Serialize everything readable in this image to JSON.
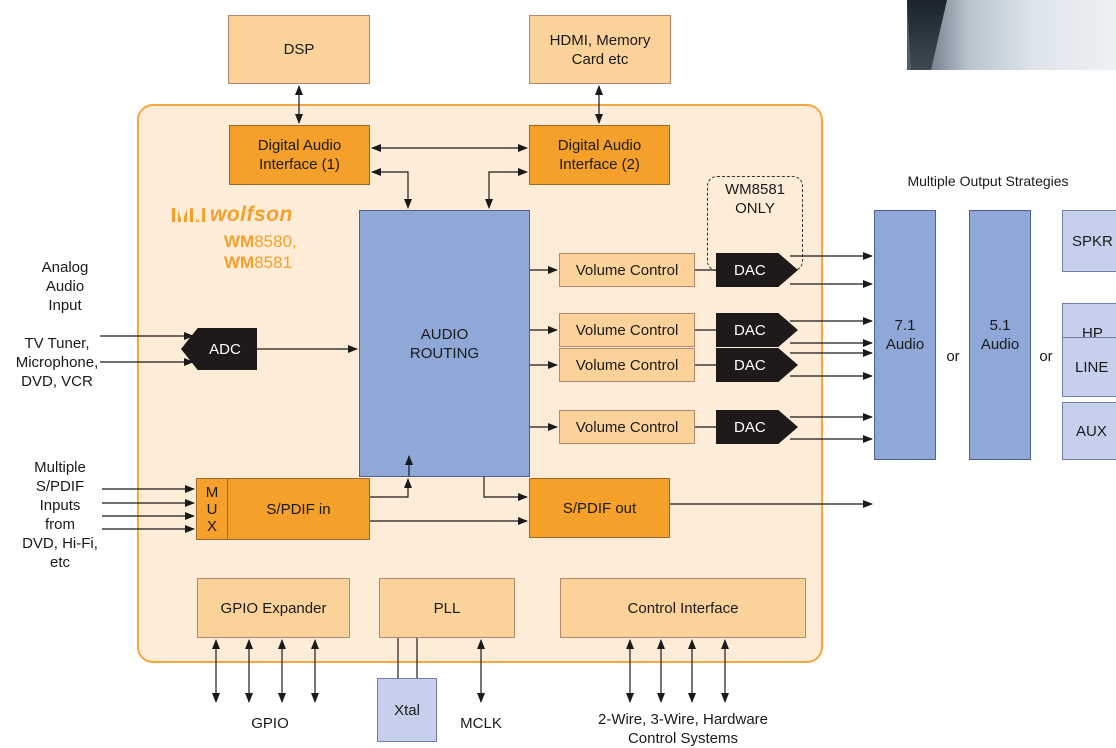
{
  "blocks": {
    "dsp": "DSP",
    "hdmi_line1": "HDMI, Memory",
    "hdmi_line2": "Card etc",
    "dai1_line1": "Digital Audio",
    "dai1_line2": "Interface (1)",
    "dai2_line1": "Digital Audio",
    "dai2_line2": "Interface (2)",
    "audio_routing_line1": "AUDIO",
    "audio_routing_line2": "ROUTING",
    "adc": "ADC",
    "mux_m": "M",
    "mux_u": "U",
    "mux_x": "X",
    "spdif_in": "S/PDIF in",
    "spdif_out": "S/PDIF out",
    "gpio_expander": "GPIO Expander",
    "pll": "PLL",
    "control_interface": "Control Interface",
    "xtal": "Xtal"
  },
  "channels": [
    {
      "volume": "Volume Control",
      "dac": "DAC"
    },
    {
      "volume": "Volume Control",
      "dac": "DAC"
    },
    {
      "volume": "Volume Control",
      "dac": "DAC"
    },
    {
      "volume": "Volume Control",
      "dac": "DAC"
    }
  ],
  "wm8581_only": {
    "line1": "WM8581",
    "line2": "ONLY"
  },
  "logo": {
    "brand": "wolfson",
    "part1_prefix": "WM",
    "part1_num": "8580,",
    "part2_prefix": "WM",
    "part2_num": "8581"
  },
  "inputs": {
    "analog": [
      "Analog",
      "Audio",
      "Input"
    ],
    "tv": [
      "TV Tuner,",
      "Microphone,",
      "DVD, VCR"
    ],
    "spdif": [
      "Multiple",
      "S/PDIF",
      "Inputs",
      "from",
      "DVD, Hi-Fi,",
      "etc"
    ]
  },
  "outputs": {
    "title": "Multiple Output Strategies",
    "audio71": [
      "7.1",
      "Audio"
    ],
    "audio51": [
      "5.1",
      "Audio"
    ],
    "or": "or",
    "devices": [
      "SPKR",
      "HP",
      "LINE",
      "AUX"
    ]
  },
  "bottom": {
    "gpio": "GPIO",
    "mclk": "MCLK",
    "control_line1": "2-Wire, 3-Wire, Hardware",
    "control_line2": "Control Systems"
  },
  "colors": {
    "chip_fill": "#fdecd7",
    "chip_border": "#f5a840",
    "light_block": "#fbd29a",
    "dark_block": "#f5a02a",
    "routing": "#8fa8d8",
    "dac": "#1e1a1a"
  }
}
